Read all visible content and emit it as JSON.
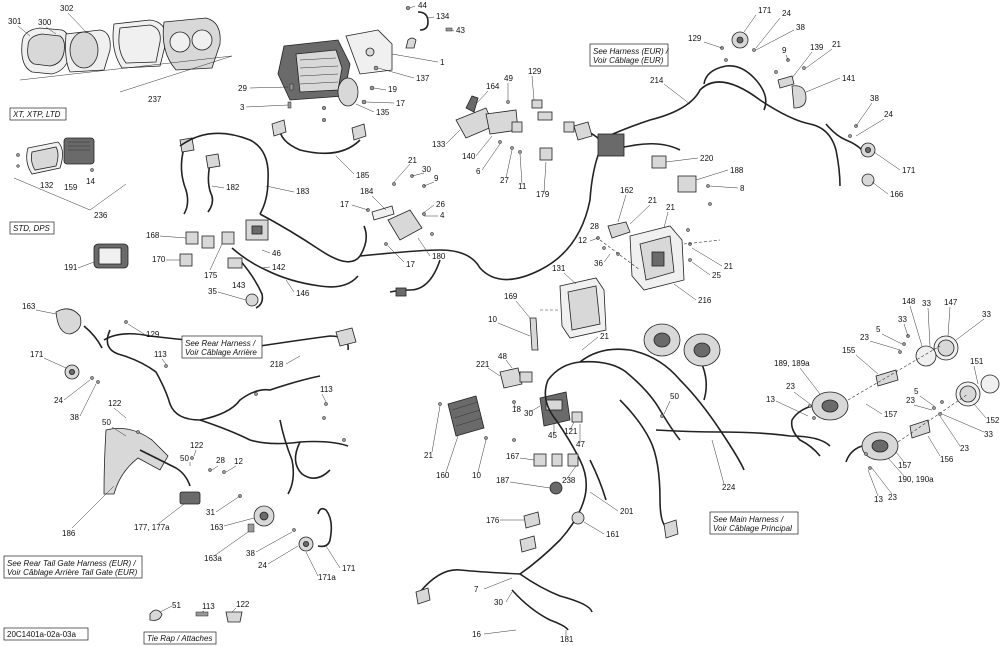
{
  "diagram": {
    "code": "20C1401a-02a-03a",
    "boxes": {
      "xt": "XT, XTP, LTD",
      "std": "STD, DPS",
      "see_harness_eur_1": "See Harness (EUR) /",
      "see_harness_eur_2": "Voir Câblage (EUR)",
      "see_rear_1": "See Rear Harness /",
      "see_rear_2": "Voir Câblage Arrière",
      "see_main_1": "See Main Harness /",
      "see_main_2": "Voir Câblage Principal",
      "see_tail_1": "See Rear Tail Gate Harness (EUR) /",
      "see_tail_2": "Voir Câblage Arrière Tail Gate (EUR)",
      "tie_rap": "Tie Rap / Attaches"
    },
    "callouts": {
      "c301": "301",
      "c300": "300",
      "c302": "302",
      "c237": "237",
      "c132": "132",
      "c159": "159",
      "c14a": "14",
      "c236": "236",
      "c191": "191",
      "c29": "29",
      "c3": "3",
      "c44": "44",
      "c134": "134",
      "c43": "43",
      "c1": "1",
      "c137": "137",
      "c19": "19",
      "c17a": "17",
      "c135": "135",
      "c185": "185",
      "c182": "182",
      "c183": "183",
      "c168": "168",
      "c170": "170",
      "c175": "175",
      "c46": "46",
      "c142": "142",
      "c143": "143",
      "c146": "146",
      "c35": "35",
      "c21a": "21",
      "c30a": "30",
      "c9a": "9",
      "c184": "184",
      "c26": "26",
      "c4": "4",
      "c17b": "17",
      "c180": "180",
      "c17c": "17",
      "c49": "49",
      "c129a": "129",
      "c164": "164",
      "c133": "133",
      "c140": "140",
      "c6": "6",
      "c27": "27",
      "c11": "11",
      "c179": "179",
      "c220": "220",
      "c188": "188",
      "c8": "8",
      "c162": "162",
      "c21b": "21",
      "c21c": "21",
      "c28a": "28",
      "c12": "12",
      "c36": "36",
      "c25": "25",
      "c21d": "21",
      "c216": "216",
      "c214": "214",
      "c171a": "171",
      "c24a": "24",
      "c38a": "38",
      "c129b": "129",
      "c9b": "9",
      "c139": "139",
      "c21e": "21",
      "c141": "141",
      "c38b": "38",
      "c24b": "24",
      "c171b": "171",
      "c166": "166",
      "c163a": "163",
      "c129c": "129",
      "c113a": "113",
      "c171c": "171",
      "c24c": "24",
      "c38c": "38",
      "c218": "218",
      "c113b": "113",
      "c122a": "122",
      "c50a": "50",
      "c122b": "122",
      "c50b": "50",
      "c28b": "28",
      "c12b": "12",
      "c31": "31",
      "c186": "186",
      "c177": "177, 177a",
      "c163b": "163",
      "c163a2": "163a",
      "c38d": "38",
      "c24d": "24",
      "c171a2": "171a",
      "c171d": "171",
      "c51": "51",
      "c113c": "113",
      "c122c": "122",
      "c131": "131",
      "c169": "169",
      "c10a": "10",
      "c21f": "21",
      "c221": "221",
      "c48": "48",
      "c18": "18",
      "c30b": "30",
      "c45": "45",
      "c121": "121",
      "c47": "47",
      "c21g": "21",
      "c160": "160",
      "c10b": "10",
      "c167": "167",
      "c187": "187",
      "c238": "238",
      "c176": "176",
      "c201": "201",
      "c161": "161",
      "c7": "7",
      "c30c": "30",
      "c16": "16",
      "c181": "181",
      "c50c": "50",
      "c224": "224",
      "c148": "148",
      "c33a": "33",
      "c147": "147",
      "c33b": "33",
      "c33c": "33",
      "c23a": "23",
      "c5a": "5",
      "c155": "155",
      "c189": "189, 189a",
      "c23b": "23",
      "c13a": "13",
      "c157a": "157",
      "c151": "151",
      "c5b": "5",
      "c23c": "23",
      "c152": "152",
      "c33d": "33",
      "c23d": "23",
      "c156": "156",
      "c157b": "157",
      "c190": "190, 190a",
      "c13b": "13",
      "c23e": "23"
    }
  }
}
